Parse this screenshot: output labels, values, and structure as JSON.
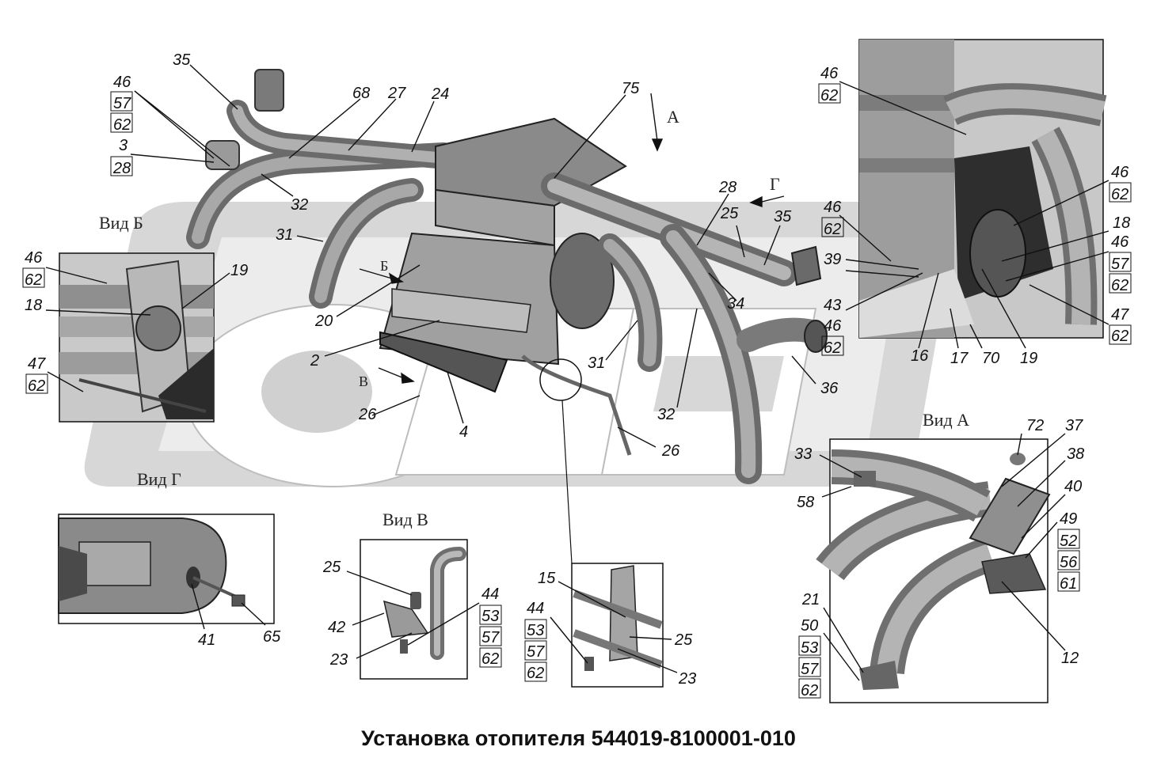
{
  "title": "Установка отопителя 544019-8100001-010",
  "view_labels": {
    "b": "Вид Б",
    "g": "Вид Г",
    "v": "Вид В",
    "a": "Вид А"
  },
  "arrow_labels": {
    "a": "А",
    "g": "Г",
    "b": "Б",
    "v": "В"
  },
  "callouts": {
    "c35a": "35",
    "c46a": "46",
    "c57a": "57",
    "c62a": "62",
    "c3": "3",
    "c28a": "28",
    "c68": "68",
    "c27": "27",
    "c24": "24",
    "c75": "75",
    "c32a": "32",
    "c31a": "31",
    "c28b": "28",
    "c25a": "25",
    "c35b": "35",
    "c34": "34",
    "c20": "20",
    "c2": "2",
    "c4": "4",
    "c26a": "26",
    "c26b": "26",
    "c31b": "31",
    "c32b": "32",
    "c36": "36",
    "vb46": "46",
    "vb62a": "62",
    "vb19": "19",
    "vb18": "18",
    "vb47": "47",
    "vb62b": "62",
    "va46a": "46",
    "va62a": "62",
    "va46b": "46",
    "va62b": "62",
    "va46c": "46",
    "va62c": "62",
    "va18": "18",
    "va46d": "46",
    "va57": "57",
    "va62d": "62",
    "va47": "47",
    "va62e": "62",
    "va39": "39",
    "va43": "43",
    "va46e": "46",
    "va62f": "62",
    "va16": "16",
    "va17": "17",
    "va70": "70",
    "va19": "19",
    "vg41": "41",
    "vg65": "65",
    "vv25": "25",
    "vv42": "42",
    "vv23": "23",
    "vv44": "44",
    "vv53": "53",
    "vv57": "57",
    "vv62": "62",
    "d15": "15",
    "d44": "44",
    "d53": "53",
    "d57": "57",
    "d62": "62",
    "d25": "25",
    "d23": "23",
    "a72": "72",
    "a37": "37",
    "a38": "38",
    "a33": "33",
    "a58": "58",
    "a40": "40",
    "a49": "49",
    "a52": "52",
    "a56": "56",
    "a61": "61",
    "a21": "21",
    "a50": "50",
    "a53": "53",
    "a57": "57",
    "a62": "62",
    "a12": "12"
  },
  "colors": {
    "ink": "#111111",
    "panel_bg": "#d9d9d9",
    "part_dark": "#6f6f6f",
    "part_mid": "#9a9a9a",
    "part_light": "#bdbdbd",
    "watermark": "#cfcfcf"
  }
}
